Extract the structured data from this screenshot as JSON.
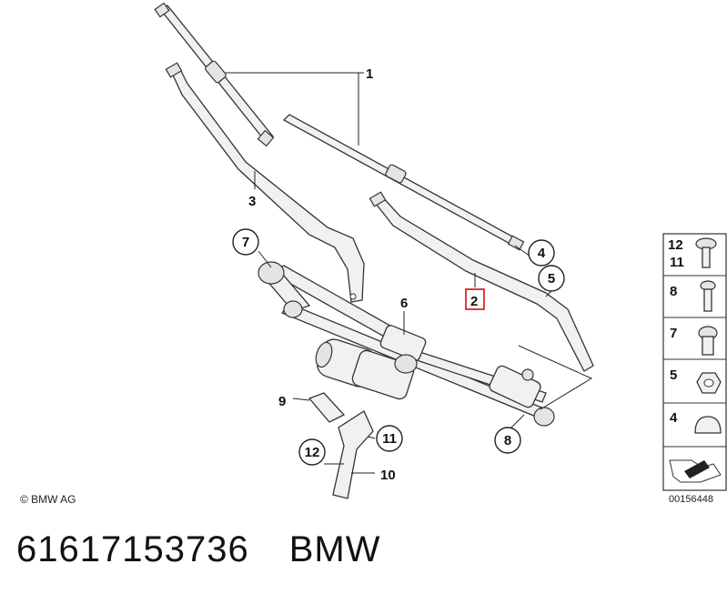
{
  "callouts": {
    "c1": "1",
    "c2": "2",
    "c3": "3",
    "c4": "4",
    "c5": "5",
    "c6": "6",
    "c7": "7",
    "c8": "8",
    "c9": "9",
    "c10": "10",
    "c11": "11",
    "c12": "12"
  },
  "side_panel": {
    "row1_top": "12",
    "row1_bottom": "11",
    "row2": "8",
    "row3": "7",
    "row4": "5",
    "row5": "4"
  },
  "copyright": "© BMW AG",
  "diagram_number": "00156448",
  "caption": {
    "part_number": "61617153736",
    "brand": "BMW"
  },
  "colors": {
    "highlight": "#cc0000",
    "ink": "#222222"
  }
}
